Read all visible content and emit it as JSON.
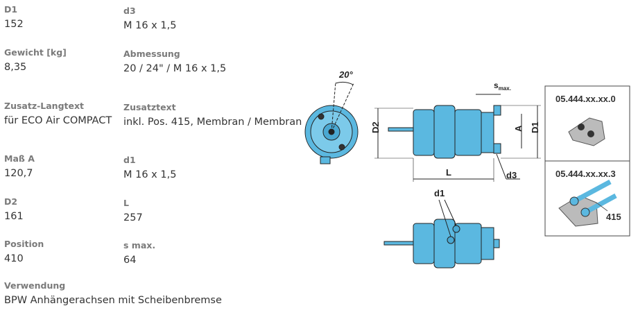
{
  "fields": [
    {
      "label": "D1",
      "value": "152"
    },
    {
      "label": "d3",
      "value": "M 16 x 1,5"
    },
    {
      "label": "Gewicht [kg]",
      "value": "8,35"
    },
    {
      "label": "Abmessung",
      "value": "20 / 24\" / M 16 x 1,5"
    },
    {
      "label": "Zusatz-Langtext",
      "value": "für ECO Air COMPACT"
    },
    {
      "label": "Zusatztext",
      "value": "inkl. Pos. 415, Membran / Membran"
    },
    {
      "label": "Maß A",
      "value": "120,7"
    },
    {
      "label": "d1",
      "value": "M 16 x 1,5"
    },
    {
      "label": "D2",
      "value": "161"
    },
    {
      "label": "L",
      "value": "257"
    },
    {
      "label": "Position",
      "value": "410"
    },
    {
      "label": "s max.",
      "value": "64"
    },
    {
      "label": "Verwendung",
      "value": "BPW Anhängerachsen mit Scheibenbremse"
    }
  ],
  "drawing": {
    "angle": "20°",
    "smax": "s",
    "smax_sub": "max.",
    "D2": "D2",
    "A": "A",
    "D1": "D1",
    "L": "L",
    "d3": "d3",
    "d1": "d1",
    "variant1": "05.444.xx.xx.0",
    "variant2": "05.444.xx.xx.3",
    "pos": "415",
    "colors": {
      "body": "#5bb8e0",
      "line": "#222"
    }
  }
}
